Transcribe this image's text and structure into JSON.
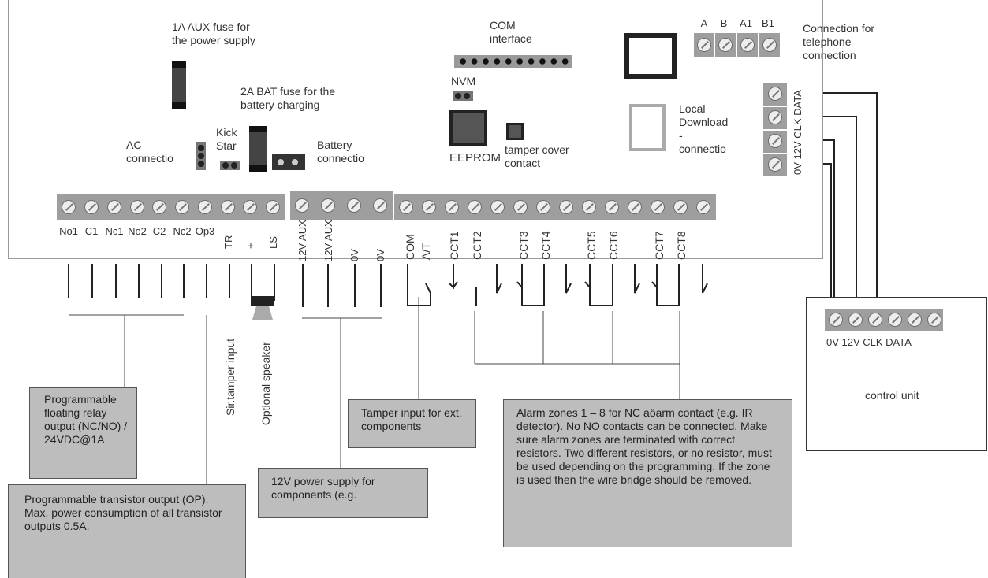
{
  "board": {
    "fuse_aux": "1A AUX fuse for\nthe power supply",
    "fuse_bat": "2A BAT fuse for the\nbattery charging",
    "com_interface": "COM\ninterface",
    "nvm": "NVM",
    "eeprom": "EEPROM",
    "tamper_cover": "tamper cover\ncontact",
    "ac_connection": "AC\nconnectio",
    "kick_start": "Kick\nStar",
    "battery_connection": "Battery\nconnectio",
    "local_download": "Local\nDownload\n-\nconnectio",
    "telephone_connection": "Connection for\ntelephone\nconnection",
    "phone_terminals": [
      "A",
      "B",
      "A1",
      "B1"
    ],
    "side_terminal_labels": "0V 12V CLK DATA",
    "bottom_terminals_left": [
      "No1",
      "C1",
      "Nc1",
      "No2",
      "C2",
      "Nc2",
      "Op3",
      "TR",
      "+",
      "LS"
    ],
    "bottom_terminals_mid": [
      "12V AUX",
      "12V AUX",
      "0V",
      "0V"
    ],
    "bottom_terminals_right": [
      "COM",
      "A/T",
      "CCT1",
      "CCT2",
      "CCT3",
      "CCT4",
      "CCT5",
      "CCT6",
      "CCT7",
      "CCT8"
    ]
  },
  "side_labels": {
    "sir_tamper": "Sir.tamper input",
    "speaker": "Optional speaker"
  },
  "boxes": {
    "relay": "Programmable floating relay output (NC/NO) / 24VDC@1A",
    "transistor": "Programmable transistor output (OP). Max. power consumption of all transistor outputs 0.5A.",
    "tamper": "Tamper input for ext. components",
    "power12v": "12V power supply for components (e.g.",
    "alarm_zones": "Alarm zones 1 – 8 for NC aöarm contact (e.g. IR detector). No NO contacts can be connected. Make sure alarm zones are terminated with correct resistors. Two different resistors, or no resistor, must be used depending on the programming. If the zone is used then the wire bridge should be removed."
  },
  "control_unit": {
    "terminal_labels": "0V 12V CLK DATA",
    "title": "control unit"
  }
}
